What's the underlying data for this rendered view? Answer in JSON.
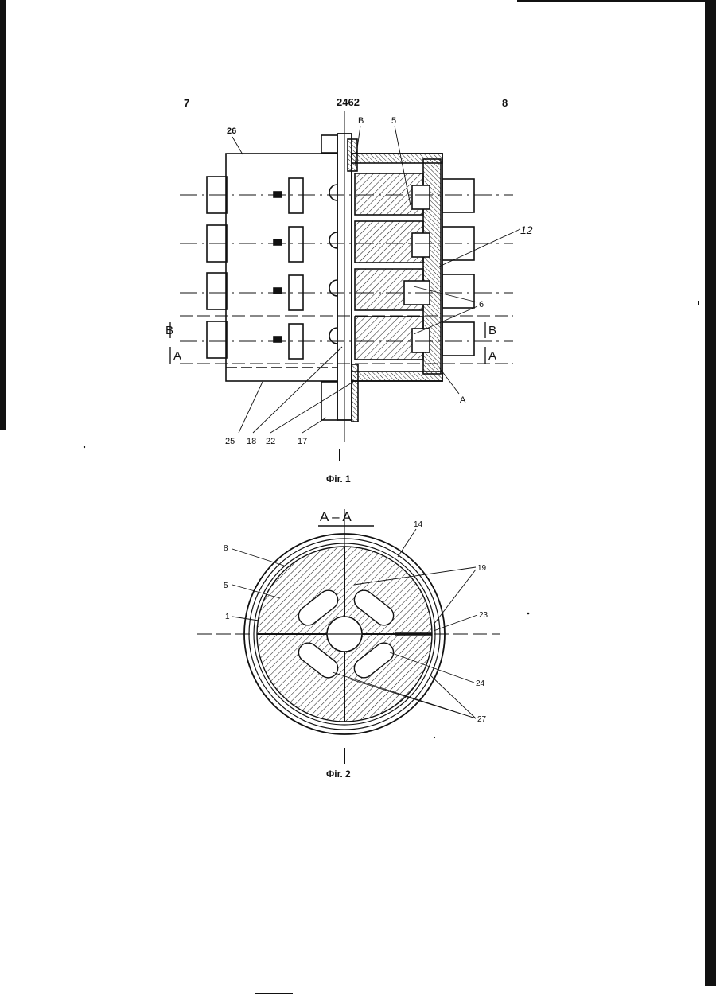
{
  "header": {
    "left_column": "7",
    "patent_number": "2462",
    "right_column": "8"
  },
  "figure1": {
    "caption": "Фіг. 1",
    "section_marks": {
      "b": "B",
      "a": "A"
    },
    "callouts": {
      "c26": "26",
      "cB": "B",
      "c5": "5",
      "c12": "12",
      "c6": "6",
      "cA": "A",
      "c25": "25",
      "c18": "18",
      "c22": "22",
      "c17": "17"
    }
  },
  "figure2": {
    "caption": "Фіг. 2",
    "section_title": "A – A",
    "callouts": {
      "c14": "14",
      "c8": "8",
      "c5": "5",
      "c1": "1",
      "c19": "19",
      "c23": "23",
      "c24": "24",
      "c27": "27"
    }
  }
}
